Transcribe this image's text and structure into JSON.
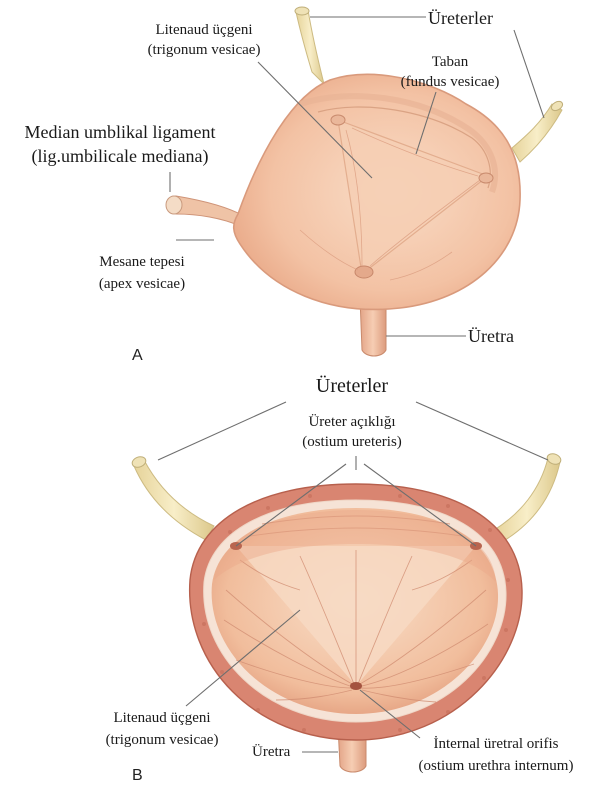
{
  "panel_a": {
    "letter": "A",
    "trigone": {
      "line1": "Litenaud üçgeni",
      "line2": "(trigonum vesicae)"
    },
    "ureters": "Üreterler",
    "fundus": {
      "line1": "Taban",
      "line2": "(fundus vesicae)"
    },
    "median_ligament": {
      "line1": "Median umblikal ligament",
      "line2": "(lig.umbilicale mediana)"
    },
    "apex": {
      "line1": "Mesane tepesi",
      "line2": "(apex vesicae)"
    },
    "urethra": "Üretra"
  },
  "panel_b": {
    "letter": "B",
    "ureters": "Üreterler",
    "ureter_opening": {
      "line1": "Üreter açıklığı",
      "line2": "(ostium ureteris)"
    },
    "trigone": {
      "line1": "Litenaud üçgeni",
      "line2": "(trigonum vesicae)"
    },
    "urethra": "Üretra",
    "internal_orifice": {
      "line1": "İnternal üretral orifis",
      "line2": "(ostium urethra internum)"
    }
  },
  "colors": {
    "bladder_outer": "#f2bfa0",
    "bladder_inner": "#f7d3b9",
    "bladder_edge": "#d99a7c",
    "wall_dark": "#c8705a",
    "ureter": "#f1e2b0",
    "ureter_edge": "#cdbb82"
  }
}
